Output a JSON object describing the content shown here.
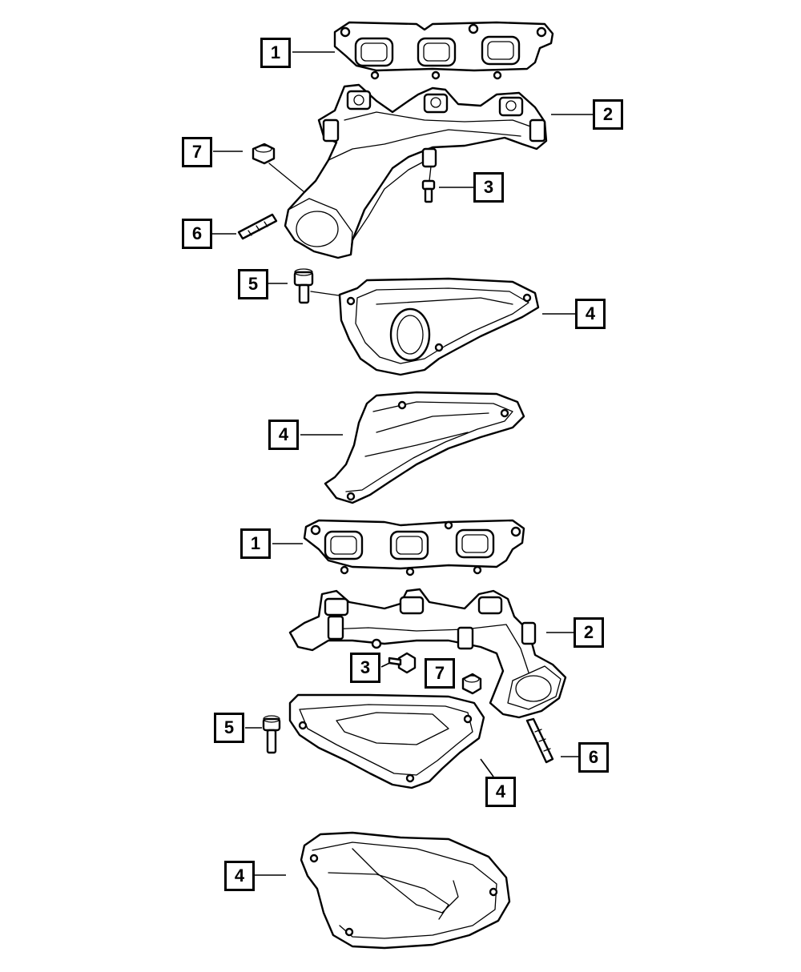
{
  "diagram": {
    "background": "#ffffff",
    "line_color": "#000000",
    "callouts": [
      {
        "id": "c1a",
        "label": "1"
      },
      {
        "id": "c2a",
        "label": "2"
      },
      {
        "id": "c7a",
        "label": "7"
      },
      {
        "id": "c3a",
        "label": "3"
      },
      {
        "id": "c6a",
        "label": "6"
      },
      {
        "id": "c5a",
        "label": "5"
      },
      {
        "id": "c4a",
        "label": "4"
      },
      {
        "id": "c4b",
        "label": "4"
      },
      {
        "id": "c1b",
        "label": "1"
      },
      {
        "id": "c2b",
        "label": "2"
      },
      {
        "id": "c3b",
        "label": "3"
      },
      {
        "id": "c7b",
        "label": "7"
      },
      {
        "id": "c5b",
        "label": "5"
      },
      {
        "id": "c6b",
        "label": "6"
      },
      {
        "id": "c4c",
        "label": "4"
      },
      {
        "id": "c4d",
        "label": "4"
      }
    ]
  }
}
